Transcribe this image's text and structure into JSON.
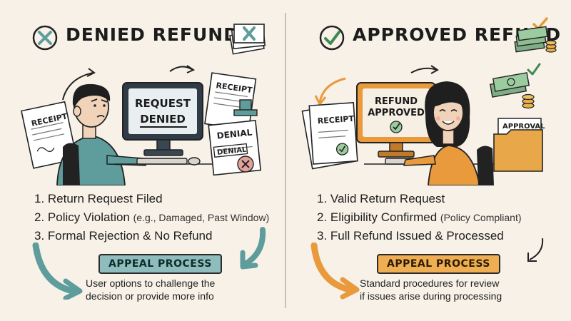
{
  "denied": {
    "title": "DENIED REFUND",
    "illustration": {
      "receipt_left": "RECEIPT",
      "monitor_line1": "REQUEST",
      "monitor_line2": "DENIED",
      "receipt_right": "RECEIPT",
      "denial_paper": "DENIAL",
      "denial_stamp": "DENIAL"
    },
    "steps": [
      {
        "text": "1. Return Request Filed",
        "note": ""
      },
      {
        "text": "2. Policy Violation",
        "note": "(e.g., Damaged, Past Window)"
      },
      {
        "text": "3. Formal Rejection & No Refund",
        "note": ""
      }
    ],
    "appeal": {
      "label": "APPEAL PROCESS",
      "description_line1": "User options to challenge the",
      "description_line2": "decision or provide more info"
    }
  },
  "approved": {
    "title": "APPROVED REFUND",
    "illustration": {
      "receipt_left": "RECEIPT",
      "monitor_line1": "REFUND",
      "monitor_line2": "APPROVED",
      "folder_label": "APPROVAL"
    },
    "steps": [
      {
        "text": "1. Valid Return Request",
        "note": ""
      },
      {
        "text": "2. Eligibility Confirmed",
        "note": "(Policy Compliant)"
      },
      {
        "text": "3. Full Refund Issued & Processed",
        "note": ""
      }
    ],
    "appeal": {
      "label": "APPEAL PROCESS",
      "description_line1": "Standard procedures for review",
      "description_line2": "if issues arise during processing"
    }
  },
  "colors": {
    "background": "#f7f1e8",
    "denied_accent": "#5f9c9c",
    "approved_accent": "#e89a3c",
    "check_green": "#3e8a55",
    "denied_red": "#c44a3a"
  }
}
